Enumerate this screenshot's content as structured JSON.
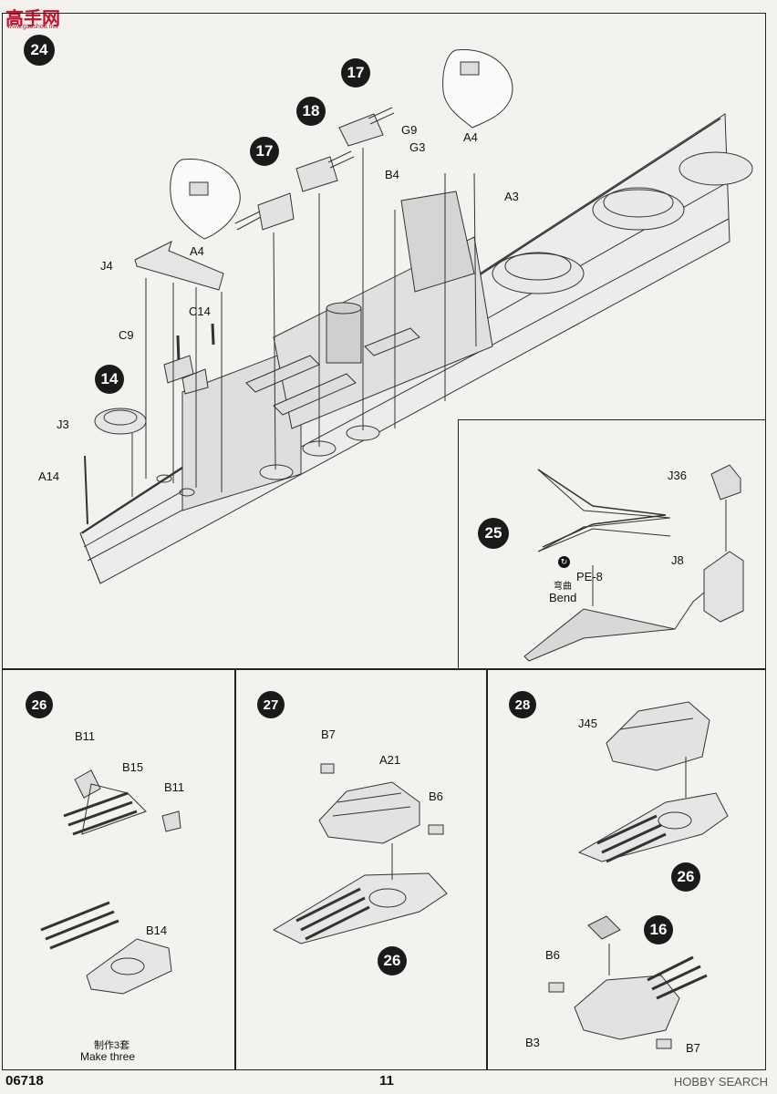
{
  "header": {
    "logo": "高手网",
    "logo_sub": "www.gaoshou.net"
  },
  "steps": {
    "s24": "24",
    "s25": "25",
    "s26": "26",
    "s27": "27",
    "s28": "28"
  },
  "step24": {
    "refs": [
      "17",
      "18",
      "17",
      "14"
    ],
    "parts": {
      "g9": "G9",
      "g3": "G3",
      "a4_top": "A4",
      "b4": "B4",
      "a3": "A3",
      "a4_left": "A4",
      "j4": "J4",
      "c14": "C14",
      "c9": "C9",
      "j3": "J3",
      "a14": "A14"
    }
  },
  "step25": {
    "j36": "J36",
    "j8": "J8",
    "pe8": "PE-8",
    "bend_cn": "弯曲",
    "bend_en": "Bend"
  },
  "step26": {
    "b11_a": "B11",
    "b15": "B15",
    "b11_b": "B11",
    "b14": "B14",
    "make_cn": "制作3套",
    "make_en": "Make three"
  },
  "step27": {
    "b7": "B7",
    "a21": "A21",
    "b6": "B6",
    "ref26": "26"
  },
  "step28": {
    "j45": "J45",
    "ref26": "26",
    "ref16": "16",
    "b6": "B6",
    "b3": "B3",
    "b7": "B7"
  },
  "footer": {
    "code": "06718",
    "page": "11",
    "watermark": "HOBBY SEARCH"
  }
}
